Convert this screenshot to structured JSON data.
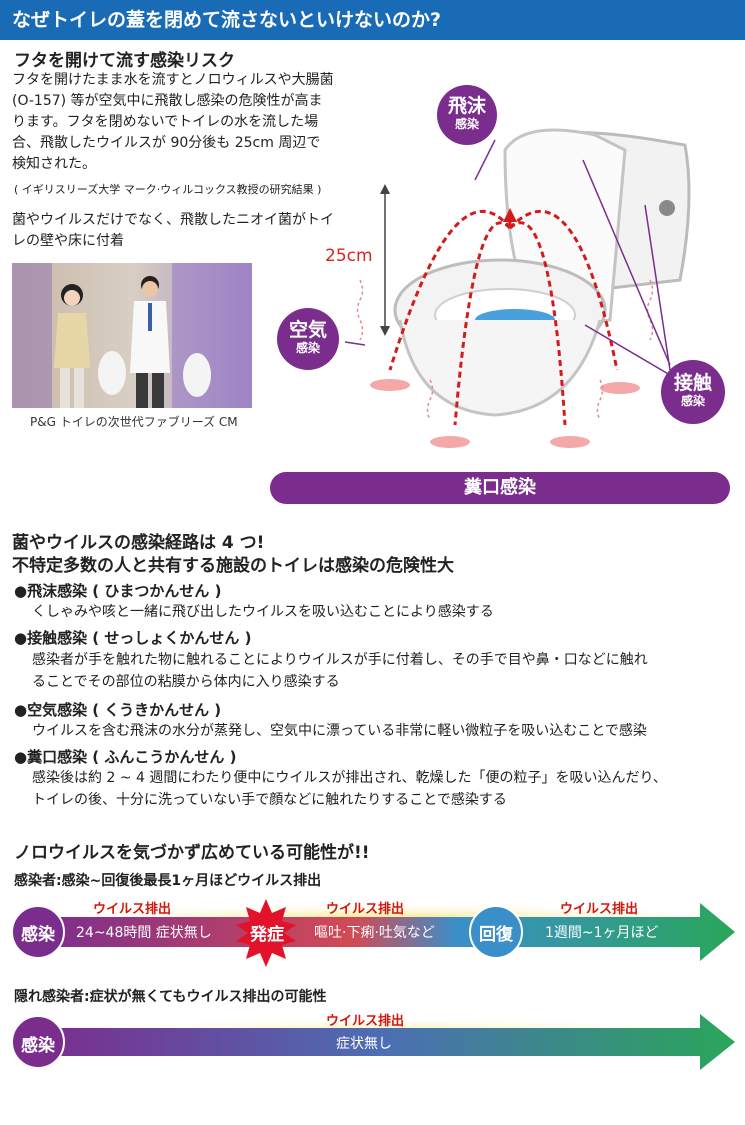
{
  "header": {
    "title": "なぜトイレの蓋を閉めて流さないといけないのか?"
  },
  "risk": {
    "title": "フタを開けて流す感染リスク",
    "lines": [
      "フタを開けたまま水を流すとノロウィルスや大腸菌",
      "(O-157) 等が空気中に飛散し感染の危険性が高ま",
      "ります。フタを閉めないでトイレの水を流した場",
      "合、飛散したウイルスが 90分後も 25cm 周辺で",
      "検知された。"
    ],
    "source": "( イギリスリーズ大学 マーク·ウィルコックス教授の研究結果 )",
    "lines2": [
      "菌やウイルスだけでなく、飛散したニオイ菌がトイ",
      "レの壁や床に付着"
    ],
    "caption": "P&G トイレの次世代ファブリーズ CM"
  },
  "diagram": {
    "droplet": {
      "big": "飛沫",
      "small": "感染"
    },
    "air": {
      "big": "空気",
      "small": "感染"
    },
    "contact": {
      "big": "接触",
      "small": "感染"
    },
    "distance": "25cm",
    "fecal": "糞口感染"
  },
  "routes": {
    "title1": "菌やウイルスの感染経路は 4 つ!",
    "title2": "不特定多数の人と共有する施設のトイレは感染の危険性大",
    "items": [
      {
        "head": "●飛沫感染 ( ひまつかんせん )",
        "lines": [
          "くしゃみや咳と一緒に飛び出したウイルスを吸い込むことにより感染する"
        ]
      },
      {
        "head": "●接触感染 ( せっしょくかんせん )",
        "lines": [
          "感染者が手を触れた物に触れることによりウイルスが手に付着し、その手で目や鼻・口などに触れ",
          "ることでその部位の粘膜から体内に入り感染する"
        ]
      },
      {
        "head": "●空気感染 ( くうきかんせん )",
        "lines": [
          "ウイルスを含む飛沫の水分が蒸発し、空気中に漂っている非常に軽い微粒子を吸い込むことで感染"
        ]
      },
      {
        "head": "●糞口感染 ( ふんこうかんせん )",
        "lines": [
          "感染後は約 2 ~ 4 週間にわたり便中にウイルスが排出され、乾燥した「便の粒子」を吸い込んだり、",
          "トイレの後、十分に洗っていない手で顔などに触れたりすることで感染する"
        ]
      }
    ]
  },
  "noro": {
    "title": "ノロウイルスを気づかず広めている可能性が!!",
    "infected": {
      "label": "感染者:感染~回復後最長1ヶ月ほどウイルス排出",
      "start": "感染",
      "onset": "発症",
      "recovery": "回復",
      "virus": "ウイルス排出",
      "seg1": "24~48時間 症状無し",
      "seg2": "嘔吐·下痢·吐気など",
      "seg3": "1週間~1ヶ月ほど"
    },
    "hidden": {
      "label": "隠れ感染者:症状が無くてもウイルス排出の可能性",
      "start": "感染",
      "virus": "ウイルス排出",
      "seg": "症状無し"
    }
  },
  "colors": {
    "header": "#1a6bb5",
    "purple": "#7b2d8e",
    "red": "#d4160d",
    "blue": "#3a8fc9",
    "green": "#2aa65a"
  }
}
